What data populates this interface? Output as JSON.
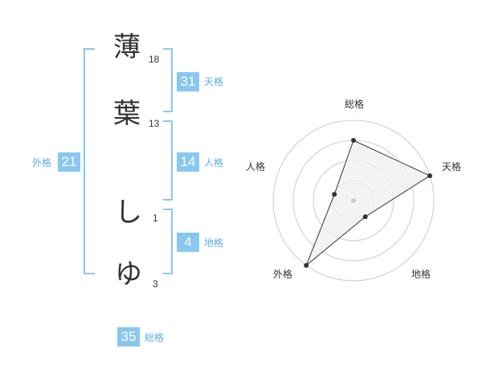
{
  "name_chars": [
    {
      "char": "薄",
      "strokes": "18"
    },
    {
      "char": "葉",
      "strokes": "13"
    },
    {
      "char": "し",
      "strokes": "1"
    },
    {
      "char": "ゆ",
      "strokes": "3"
    }
  ],
  "kaku": {
    "tenkaku": {
      "value": "31",
      "label": "天格"
    },
    "jinkaku": {
      "value": "14",
      "label": "人格"
    },
    "chikaku": {
      "value": "4",
      "label": "地格"
    },
    "gaikaku": {
      "value": "21",
      "label": "外格"
    },
    "soukaku": {
      "value": "35",
      "label": "総格"
    }
  },
  "chart_data": {
    "type": "radar",
    "axes": [
      "総格",
      "天格",
      "地格",
      "外格",
      "人格"
    ],
    "values": [
      0.75,
      1.0,
      0.25,
      1.0,
      0.25
    ],
    "rings": 4,
    "fill_color": "#f0f0f0",
    "line_color": "#333333",
    "grid_color": "#cccccc"
  },
  "colors": {
    "accent": "#88c8f0",
    "accent_text": "#5aaee8"
  }
}
